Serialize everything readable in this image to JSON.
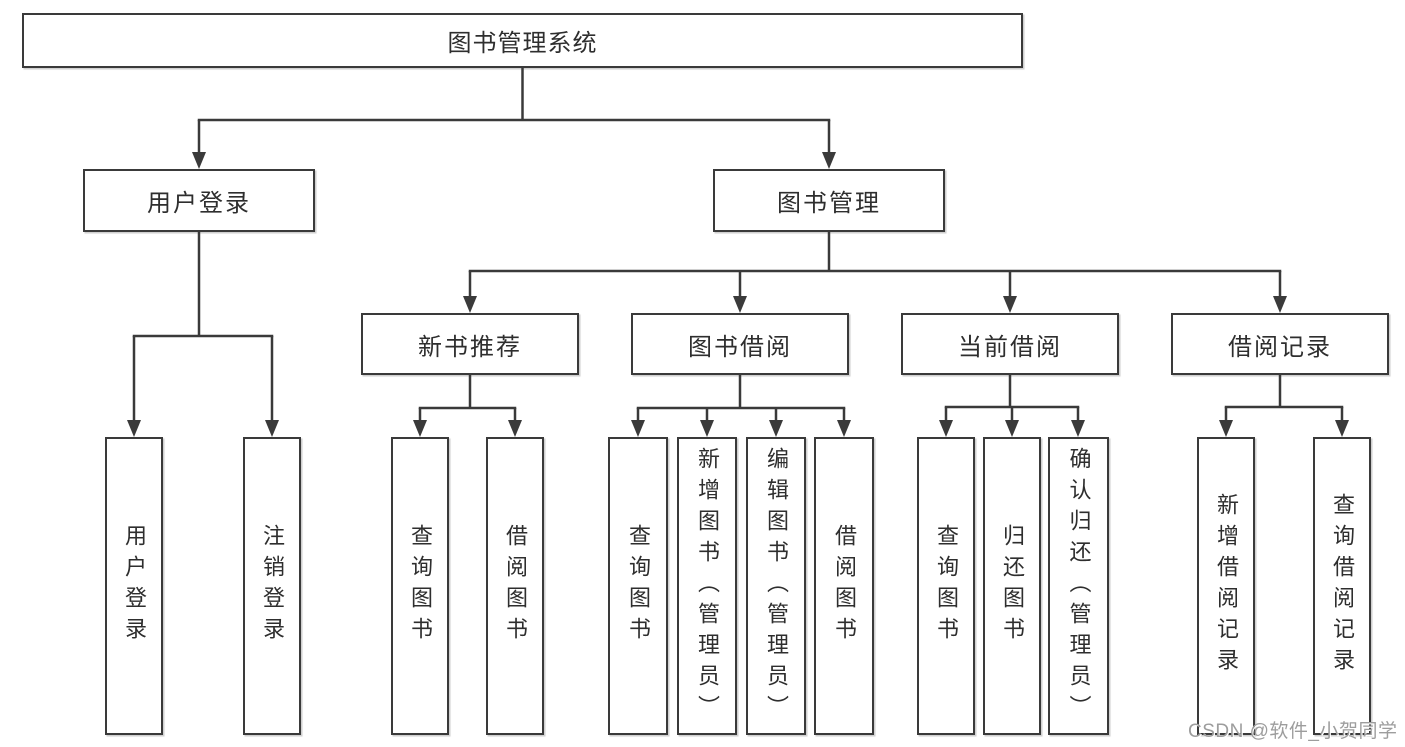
{
  "diagram": {
    "title": "图书管理系统",
    "root": {
      "label": "图书管理系统"
    },
    "level2": {
      "user_login": {
        "label": "用户登录"
      },
      "book_mgmt": {
        "label": "图书管理"
      }
    },
    "level3": {
      "new_book_rec": {
        "label": "新书推荐"
      },
      "book_borrow": {
        "label": "图书借阅"
      },
      "current_borrow": {
        "label": "当前借阅"
      },
      "borrow_records": {
        "label": "借阅记录"
      }
    },
    "leaves": {
      "user_login": [
        "用户登录",
        "注销登录"
      ],
      "new_book_rec": [
        "查询图书",
        "借阅图书"
      ],
      "book_borrow": [
        "查询图书",
        "新增图书（管理员）",
        "编辑图书（管理员）",
        "借阅图书"
      ],
      "current_borrow": [
        "查询图书",
        "归还图书",
        "确认归还（管理员）"
      ],
      "borrow_records": [
        "新增借阅记录",
        "查询借阅记录"
      ]
    }
  },
  "watermark": "CSDN @软件_小贺同学",
  "colors": {
    "line": "#3a3a3a",
    "box_border": "#3a3a3a",
    "text": "#2e2e2e",
    "watermark": "#9d9d9d",
    "background": "#ffffff"
  }
}
